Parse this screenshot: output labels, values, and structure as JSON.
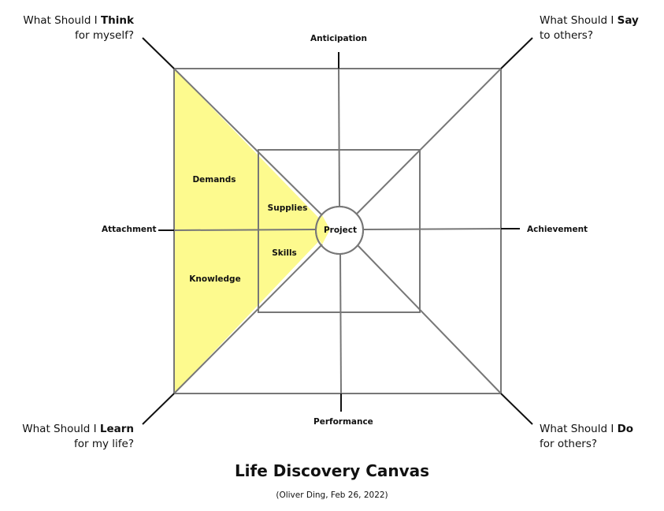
{
  "corners": {
    "top_left": {
      "prefix": "What Should I ",
      "bold": "Think",
      "line2": "for myself?"
    },
    "top_right": {
      "prefix": "What Should I ",
      "bold": "Say",
      "line2": "to others?"
    },
    "bottom_left": {
      "prefix": "What Should I ",
      "bold": "Learn",
      "line2": "for my life?"
    },
    "bottom_right": {
      "prefix": "What Should I ",
      "bold": "Do",
      "line2": "for others?"
    }
  },
  "axes": {
    "top": "Anticipation",
    "bottom": "Performance",
    "left": "Attachment",
    "right": "Achievement"
  },
  "center": "Project",
  "regions": {
    "demands": "Demands",
    "knowledge": "Knowledge",
    "supplies": "Supplies",
    "skills": "Skills"
  },
  "title": "Life Discovery Canvas",
  "subtitle": "(Oliver Ding, Feb 26, 2022)",
  "colors": {
    "highlight": "#fdfa8e",
    "line": "#777777",
    "black_line": "#111111"
  }
}
